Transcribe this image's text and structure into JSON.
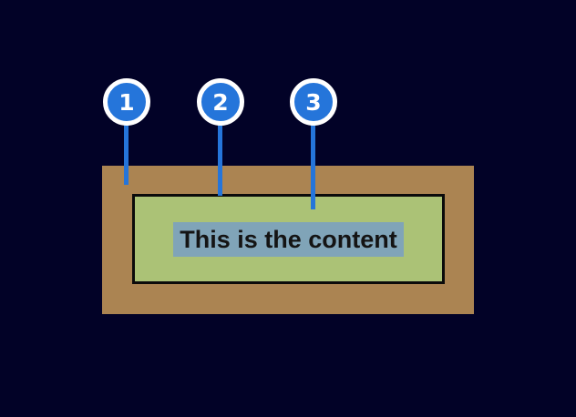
{
  "diagram": {
    "description": "box-model-annotation-diagram",
    "callouts": [
      {
        "number": "1"
      },
      {
        "number": "2"
      },
      {
        "number": "3"
      }
    ],
    "content_text": "This is the content",
    "colors": {
      "background": "#020227",
      "outer_box": "#ab8452",
      "inner_box": "#abc276",
      "inner_box_border": "#0b0b0b",
      "text_highlight": "#80a4b8",
      "content_text_color": "#141414",
      "callout_blue": "#2575da",
      "callout_ring": "#ffffff",
      "callout_number_color": "#ffffff"
    }
  }
}
